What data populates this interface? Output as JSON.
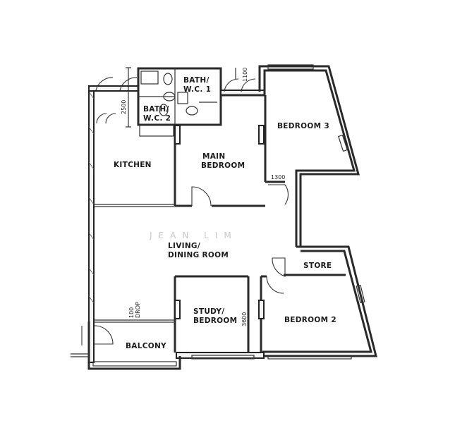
{
  "rooms": {
    "bath1_line1": "BATH/",
    "bath1_line2": "W.C. 1",
    "bath2_line1": "BATH/",
    "bath2_line2": "W.C. 2",
    "bedroom3": "BEDROOM 3",
    "kitchen": "KITCHEN",
    "main_bedroom_line1": "MAIN",
    "main_bedroom_line2": "BEDROOM",
    "living_line1": "LIVING/",
    "living_line2": "DINING ROOM",
    "store": "STORE",
    "study_line1": "STUDY/",
    "study_line2": "BEDROOM",
    "bedroom2": "BEDROOM 2",
    "balcony": "BALCONY"
  },
  "dimensions": {
    "top_2500": "2500",
    "top_1100": "1100",
    "passage_1300": "1300",
    "study_3600": "3600",
    "balcony_drop_1": "100",
    "balcony_drop_2": "DROP"
  },
  "watermark": "JEAN LIM"
}
